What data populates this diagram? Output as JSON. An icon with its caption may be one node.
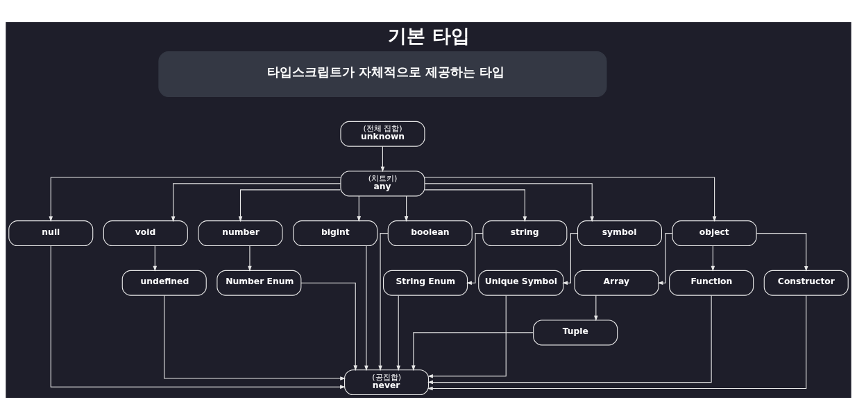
{
  "diagram": {
    "title": "기본 타입",
    "nodes": [
      {
        "text": [
          "타입스크립트가 자체적으로 제공하는 타입"
        ]
      },
      {
        "text": [
          "(전체 집합)",
          "unknown"
        ]
      },
      {
        "text": [
          "(치트키)",
          "any"
        ]
      },
      {
        "text": [
          "null"
        ]
      },
      {
        "text": [
          "void"
        ]
      },
      {
        "text": [
          "number"
        ]
      },
      {
        "text": [
          "bigint"
        ]
      },
      {
        "text": [
          "boolean"
        ]
      },
      {
        "text": [
          "string"
        ]
      },
      {
        "text": [
          "symbol"
        ]
      },
      {
        "text": [
          "object"
        ]
      },
      {
        "text": [
          "undefined"
        ]
      },
      {
        "text": [
          "Number Enum"
        ]
      },
      {
        "text": [
          "String Enum"
        ]
      },
      {
        "text": [
          "Unique Symbol"
        ]
      },
      {
        "text": [
          "Array"
        ]
      },
      {
        "text": [
          "Function"
        ]
      },
      {
        "text": [
          "Constructor"
        ]
      },
      {
        "text": [
          "Tuple"
        ]
      },
      {
        "text": [
          "(공집합)",
          "never"
        ]
      }
    ],
    "edges": [
      {
        "from": 1,
        "to": 2,
        "arrow": "to"
      },
      {
        "from": 2,
        "to": 3,
        "arrow": "to"
      },
      {
        "from": 2,
        "to": 4,
        "arrow": "to"
      },
      {
        "from": 2,
        "to": 5,
        "arrow": "to"
      },
      {
        "from": 2,
        "to": 6,
        "arrow": "to"
      },
      {
        "from": 2,
        "to": 7,
        "arrow": "to"
      },
      {
        "from": 2,
        "to": 8,
        "arrow": "to"
      },
      {
        "from": 2,
        "to": 9,
        "arrow": "to"
      },
      {
        "from": 2,
        "to": 10,
        "arrow": "to"
      },
      {
        "from": 4,
        "to": 11,
        "arrow": "to"
      },
      {
        "from": 5,
        "to": 12,
        "arrow": "to"
      },
      {
        "from": 8,
        "to": 13,
        "arrow": "to"
      },
      {
        "from": 9,
        "to": 14,
        "arrow": "to"
      },
      {
        "from": 10,
        "to": 15,
        "arrow": "to"
      },
      {
        "from": 10,
        "to": 16,
        "arrow": "to"
      },
      {
        "from": 10,
        "to": 17,
        "arrow": "to"
      },
      {
        "from": 15,
        "to": 18,
        "arrow": "to"
      },
      {
        "from": 3,
        "to": 19,
        "arrow": "to"
      },
      {
        "from": 11,
        "to": 19,
        "arrow": "to"
      },
      {
        "from": 12,
        "to": 19,
        "arrow": "to"
      },
      {
        "from": 6,
        "to": 19,
        "arrow": "to"
      },
      {
        "from": 7,
        "to": 19,
        "arrow": "to"
      },
      {
        "from": 13,
        "to": 19,
        "arrow": "to"
      },
      {
        "from": 14,
        "to": 19,
        "arrow": "to"
      },
      {
        "from": 18,
        "to": 19,
        "arrow": "to"
      },
      {
        "from": 16,
        "to": 19,
        "arrow": "to"
      },
      {
        "from": 17,
        "to": 19,
        "arrow": "to"
      }
    ]
  }
}
